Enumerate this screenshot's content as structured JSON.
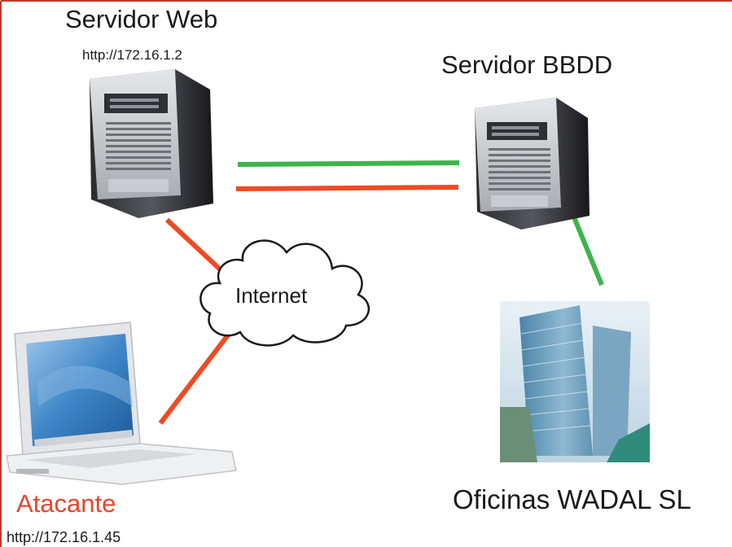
{
  "web_server": {
    "title": "Servidor Web",
    "url": "http://172.16.1.2"
  },
  "db_server": {
    "title": "Servidor BBDD"
  },
  "cloud": {
    "label": "Internet"
  },
  "attacker": {
    "title": "Atacante",
    "url": "http://172.16.1.45"
  },
  "office": {
    "title": "Oficinas WADAL SL"
  },
  "colors": {
    "frame": "#c0392b",
    "legit_link": "#3cb54a",
    "attack_link": "#ef4a24",
    "attacker_text": "#e8452a"
  },
  "icons": [
    "server-tower-icon",
    "server-tower-icon",
    "cloud-icon",
    "laptop-icon",
    "office-building-icon"
  ]
}
